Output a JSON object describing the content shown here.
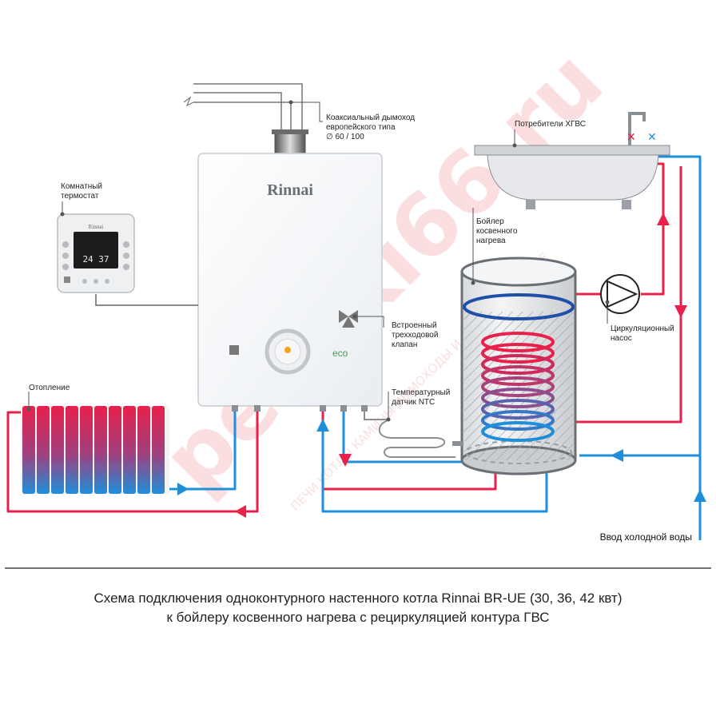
{
  "labels": {
    "chimney": [
      "Коаксиальный дымоход",
      "европейского типа",
      "∅ 60 / 100"
    ],
    "thermostat": [
      "Комнатный",
      "термостат"
    ],
    "consumers": "Потребители ХГВС",
    "boiler_tank": [
      "Бойлер",
      "косвенного",
      "нагрева"
    ],
    "valve": [
      "Встроенный",
      "трехходовой",
      "клапан"
    ],
    "ntc": [
      "Температурный",
      "датчик NTC"
    ],
    "pump": [
      "Циркуляционный",
      "насос"
    ],
    "heating": "Отопление",
    "cold_inlet": "Ввод холодной воды"
  },
  "boiler": {
    "brand": "Rinnai",
    "eco": "eco"
  },
  "thermostat_device": {
    "brand": "Rinnai",
    "display": "24 37"
  },
  "watermark": {
    "main": "pechki66.ru",
    "sub": "ПЕЧИ КОТЛЫ КАМИНЫ ДЫМОХОДЫ И КОМПЛЕКТУЮЩИЕ"
  },
  "caption": [
    "Схема подключения одноконтурного настенного котла Rinnai BR-UE (30, 36, 42 квт)",
    "к бойлеру косвенного нагрева с рециркуляцией контура ГВС"
  ],
  "colors": {
    "hot": "#e8204a",
    "cold": "#1e8fd8",
    "line": "#555555",
    "watermark": "#e53945"
  }
}
